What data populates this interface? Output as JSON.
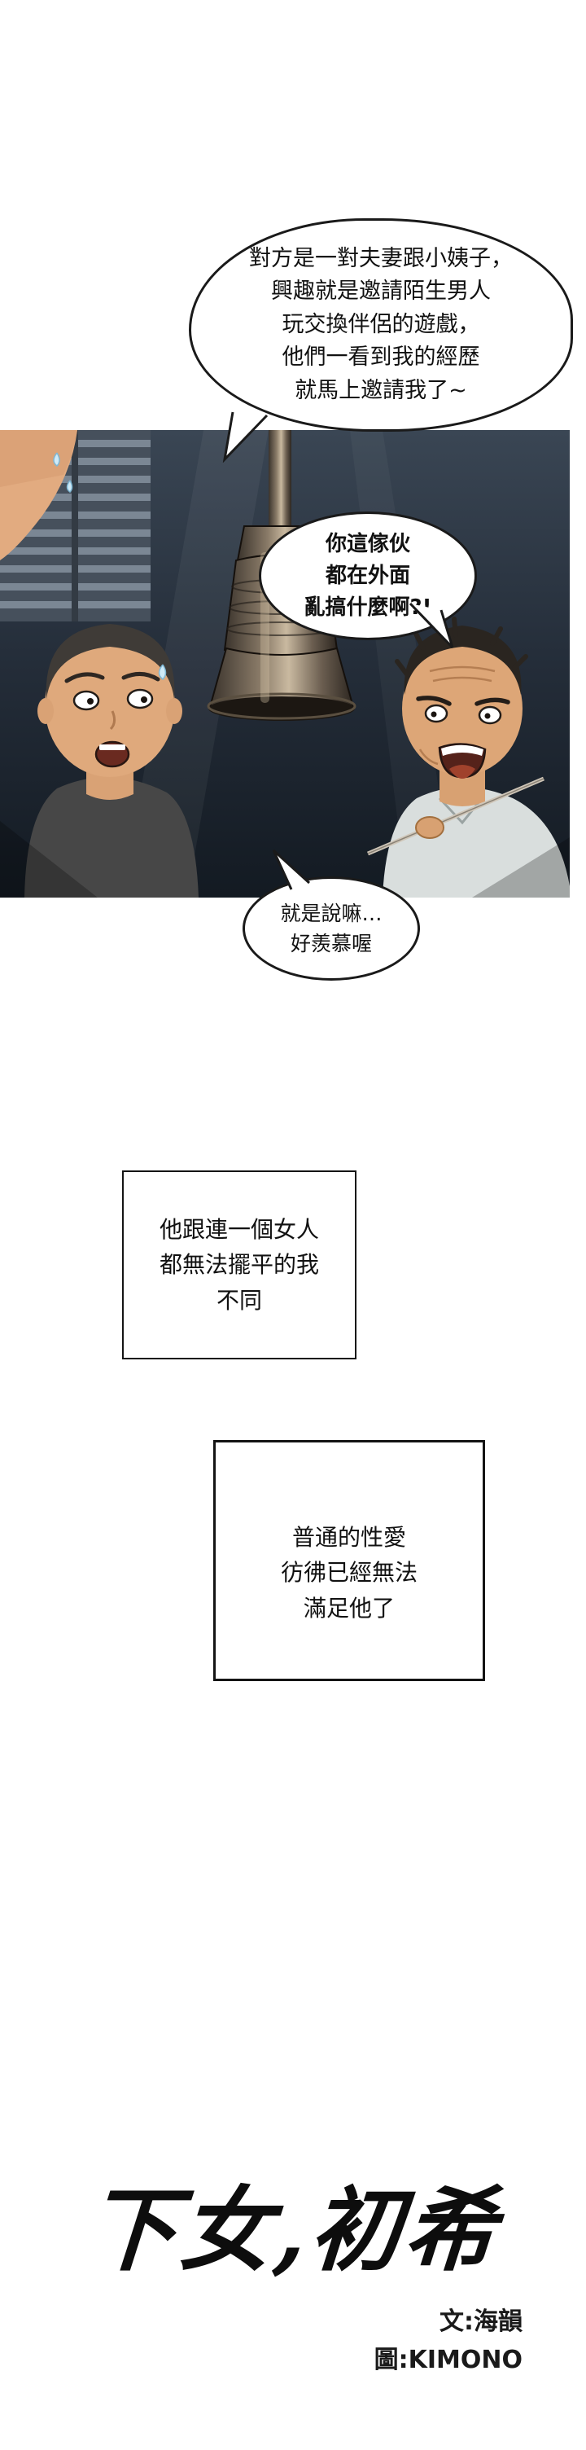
{
  "bubbles": {
    "top": {
      "lines": [
        "對方是一對夫妻跟小姨子，",
        "興趣就是邀請陌生男人",
        "玩交換伴侶的遊戲，",
        "他們一看到我的經歷",
        "就馬上邀請我了~"
      ]
    },
    "shout": {
      "lines": [
        "你這傢伙",
        "都在外面",
        "亂搞什麼啊?!"
      ]
    },
    "envy": {
      "lines": [
        "就是說嘛…",
        "好羨慕喔"
      ]
    }
  },
  "captions": {
    "box1": {
      "lines": [
        "他跟連一個女人",
        "都無法擺平的我",
        "不同"
      ]
    },
    "box2": {
      "lines": [
        "普通的性愛",
        "彷彿已經無法",
        "滿足他了"
      ]
    }
  },
  "title": {
    "text": "下女,初希",
    "credits": [
      "文:海韻",
      "圖:KIMONO"
    ]
  },
  "colors": {
    "page_background": "#ffffff",
    "bubble_border": "#1a1a1a",
    "caption_border": "#141414",
    "panel_dark": "#1d2530",
    "skin_tone": "#dfa97c",
    "title_ink": "#0d0d0d"
  }
}
